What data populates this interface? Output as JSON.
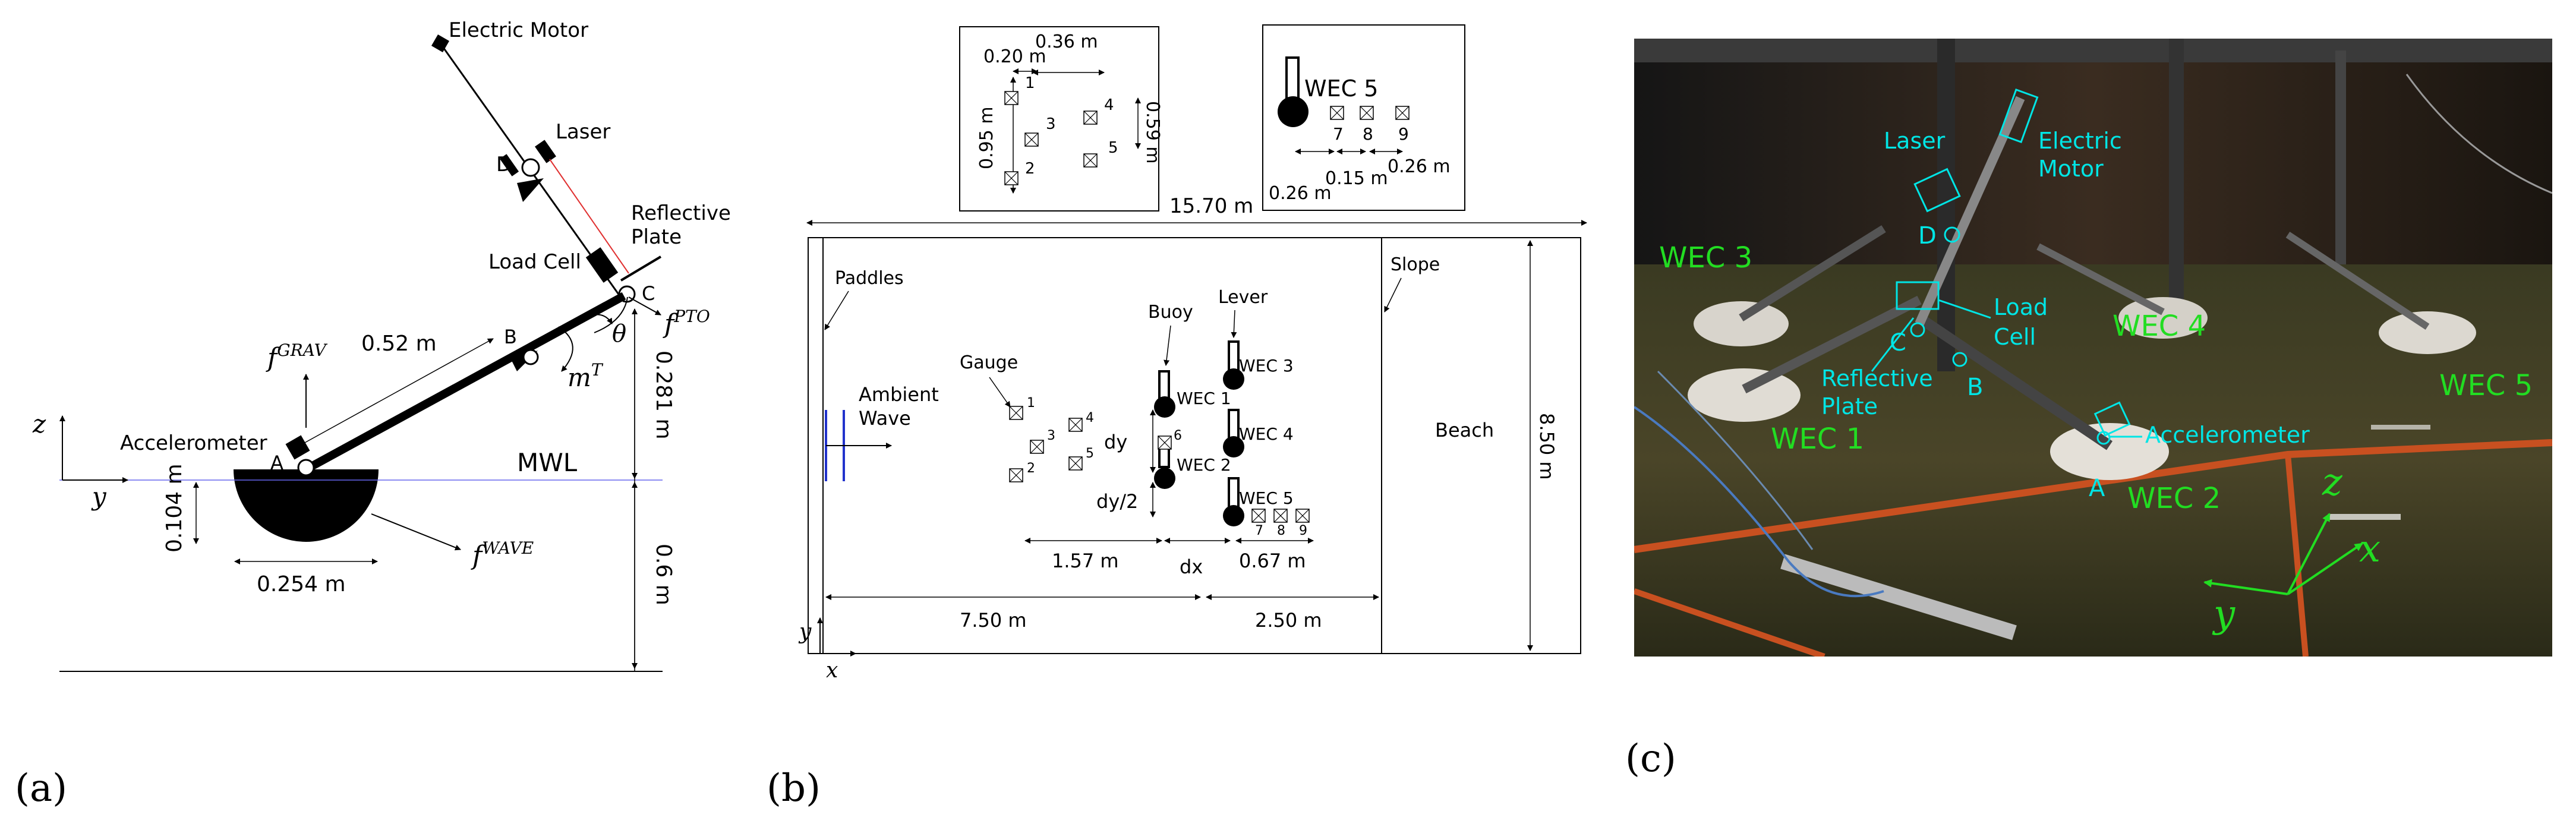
{
  "panel_a": {
    "label": "(a)",
    "electric_motor": "Electric Motor",
    "laser": "Laser",
    "reflective_plate": [
      "Reflective",
      "Plate"
    ],
    "load_cell": "Load Cell",
    "point_a": "A",
    "point_b": "B",
    "point_c": "C",
    "point_d": "D",
    "f_pto_base": "f",
    "f_pto_sup": "PTO",
    "f_grav_base": "f",
    "f_grav_sup": "GRAV",
    "f_wave_base": "f",
    "f_wave_sup": "WAVE",
    "m_t_base": "m",
    "m_t_sup": "T",
    "theta": "θ",
    "arm_length": "0.52 m",
    "accelerometer": "Accelerometer",
    "axis_z": "z",
    "axis_y": "y",
    "mwl": "MWL",
    "dim_0281": "0.281 m",
    "dim_06": "0.6 m",
    "dim_0104": "0.104 m",
    "dim_0254": "0.254 m"
  },
  "panel_b": {
    "label": "(b)",
    "inset1": {
      "dim_036": "0.36 m",
      "dim_020": "0.20 m",
      "dim_095": "0.95 m",
      "dim_059": "0.59 m",
      "gauges": [
        "1",
        "3",
        "4",
        "5",
        "2"
      ]
    },
    "inset2": {
      "wec5": "WEC 5",
      "gauges": [
        "7",
        "8",
        "9"
      ],
      "dim_015": "0.15 m",
      "dim_026a": "0.26 m",
      "dim_026b": "0.26 m"
    },
    "tank_length": "15.70 m",
    "tank_width": "8.50 m",
    "paddles": "Paddles",
    "slope": "Slope",
    "beach": "Beach",
    "ambient_wave": [
      "Ambient",
      "Wave"
    ],
    "gauge": "Gauge",
    "buoy": "Buoy",
    "lever": "Lever",
    "wec_labels": [
      "WEC 1",
      "WEC 2",
      "WEC 3",
      "WEC 4",
      "WEC 5"
    ],
    "gauge_numbers": [
      "1",
      "4",
      "3",
      "5",
      "2",
      "6",
      "7",
      "8",
      "9"
    ],
    "dy": "dy",
    "dy2": "dy/2",
    "dx": "dx",
    "dim_157": "1.57 m",
    "dim_067": "0.67 m",
    "dim_750": "7.50 m",
    "dim_250": "2.50 m",
    "axis_y": "y",
    "axis_x": "x"
  },
  "panel_c": {
    "label": "(c)",
    "laser": "Laser",
    "electric_motor": [
      "Electric",
      "Motor"
    ],
    "point_d": "D",
    "load_cell": [
      "Load",
      "Cell"
    ],
    "point_c": "C",
    "point_b": "B",
    "point_a": "A",
    "reflective_plate": [
      "Reflective",
      "Plate"
    ],
    "accelerometer": "Accelerometer",
    "wecs": [
      "WEC 1",
      "WEC 2",
      "WEC 3",
      "WEC 4",
      "WEC 5"
    ],
    "axis_z": "z",
    "axis_x": "x",
    "axis_y": "y",
    "colors": {
      "cyan": "#00e5e5",
      "green": "#22dd22"
    }
  }
}
